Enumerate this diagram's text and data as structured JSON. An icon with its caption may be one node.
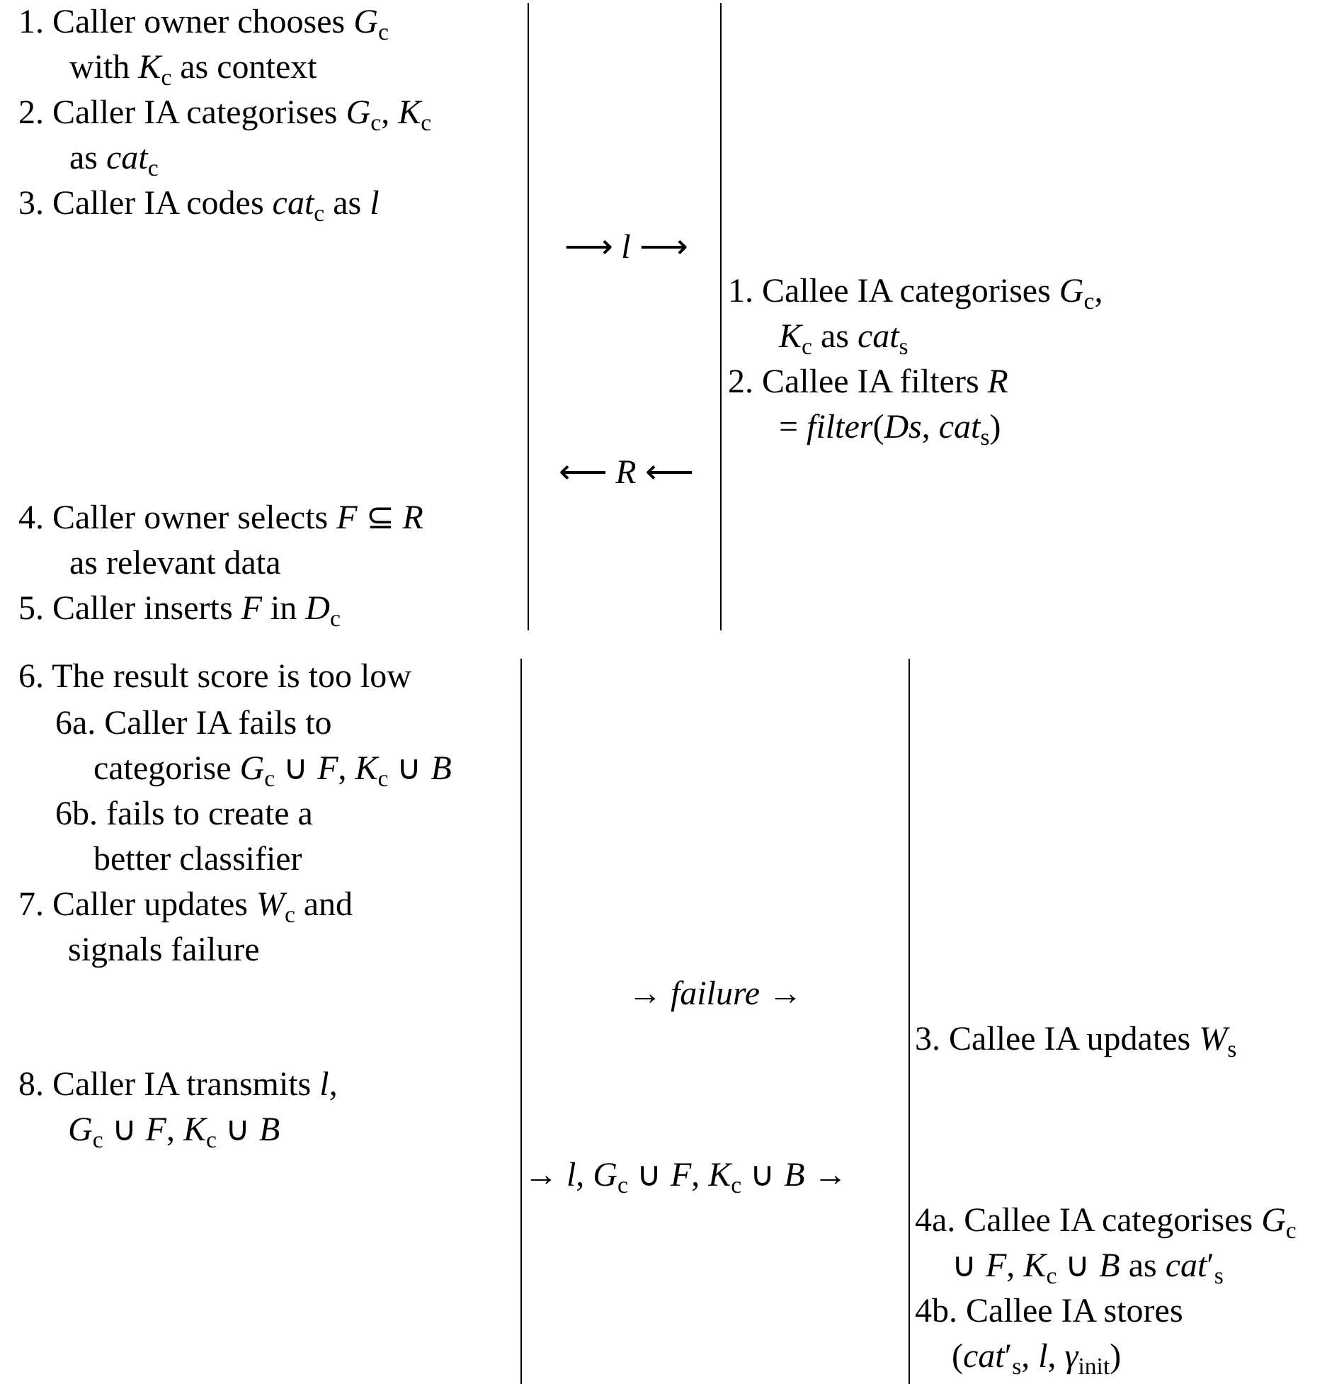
{
  "diagram": {
    "labels": [
      "1. Caller owner chooses *G*$_{c}$ with *K*$_{c}$ as context",
      "2. Caller IA categorises *G*$_{c}$, *K*$_{c}$ as *cat*$_{c}$",
      "3. Caller IA codes *cat*$_{c}$ as *l*",
      "⟶  *l*  ⟶",
      "1. Callee IA categorises *G*$_{c}$, *K*$_{c}$ as *cat*$_{s}$",
      "2. Callee IA filters *R* = *filter*(*Ds*, *cat*$_{s}$)",
      "⟵ *R* ⟵",
      "4. Caller owner selects *F* ⊆ *R* as relevant data",
      "5. Caller inserts *F* in *D*$_{c}$",
      "6. The result score is too low",
      "6a. Caller IA fails to categorise *G*$_{c}$ ∪ *F*, *K*$_{c}$ ∪ *B*",
      "6b. fails to create a better classifier",
      "7. Caller updates *W*$_{c}$ and signals failure",
      "→ *failure* →",
      "3. Callee IA updates *W*$_{s}$",
      "8. Caller IA transmits *l*, *G*$_{c}$ ∪ *F*, *K*$_{c}$ ∪ *B*",
      "→ *l*, *G*$_{c}$ ∪ *F*, *K*$_{c}$ ∪ *B* →",
      "4a. Callee IA categorises *G*$_{c}$ ∪ *F*, *K*$_{c}$ ∪ *B* as *cat*′$_{s}$",
      "4b. Callee IA stores (*cat*′$_{s}$, *l*, *γ*$_{init}$)"
    ]
  }
}
